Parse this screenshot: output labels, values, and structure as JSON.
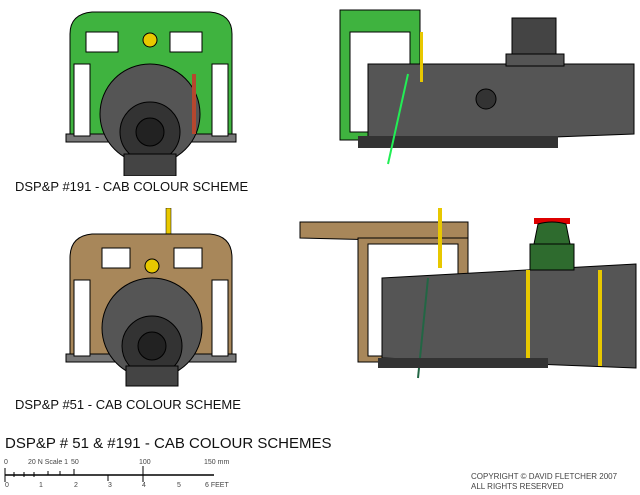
{
  "drawings": [
    {
      "caption": "DSP&P  #191 - CAB COLOUR SCHEME",
      "cab_color": "#3fb33f"
    },
    {
      "caption": "DSP&P  #51 - CAB COLOUR SCHEME",
      "cab_color": "#a8875a"
    }
  ],
  "title": "DSP&P # 51 & #191 - CAB COLOUR SCHEMES",
  "scale_bar": {
    "top_labels": [
      "0",
      "20 N Scale 1",
      "50",
      "100",
      "150 mm"
    ],
    "bottom_labels": [
      "0",
      "1",
      "2",
      "3",
      "4",
      "5",
      "6 FEET"
    ]
  },
  "copyright": {
    "line1": "COPYRIGHT © DAVID FLETCHER 2007",
    "line2": "ALL RIGHTS RESERVED"
  },
  "colors": {
    "boiler": "#555555",
    "brass": "#e8c800",
    "dome_green": "#2e6b2e"
  }
}
